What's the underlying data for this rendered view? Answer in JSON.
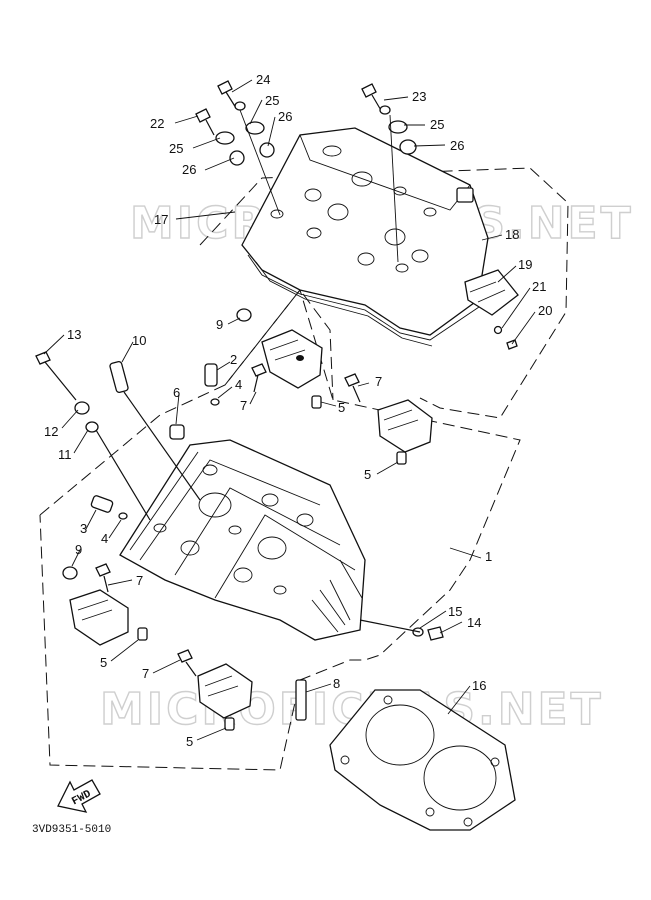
{
  "watermarks": [
    "MICROFICHAS.NET",
    "MICROFICHAS.NET"
  ],
  "callouts": [
    "24",
    "23",
    "25",
    "22",
    "26",
    "25",
    "25",
    "26",
    "26",
    "17",
    "18",
    "19",
    "21",
    "20",
    "9",
    "2",
    "4",
    "13",
    "10",
    "7",
    "7",
    "5",
    "6",
    "12",
    "11",
    "5",
    "1",
    "3",
    "4",
    "9",
    "7",
    "5",
    "7",
    "15",
    "14",
    "8",
    "16",
    "5"
  ],
  "fwd_label": "FWD",
  "drawing_code": "3VD9351-5010"
}
